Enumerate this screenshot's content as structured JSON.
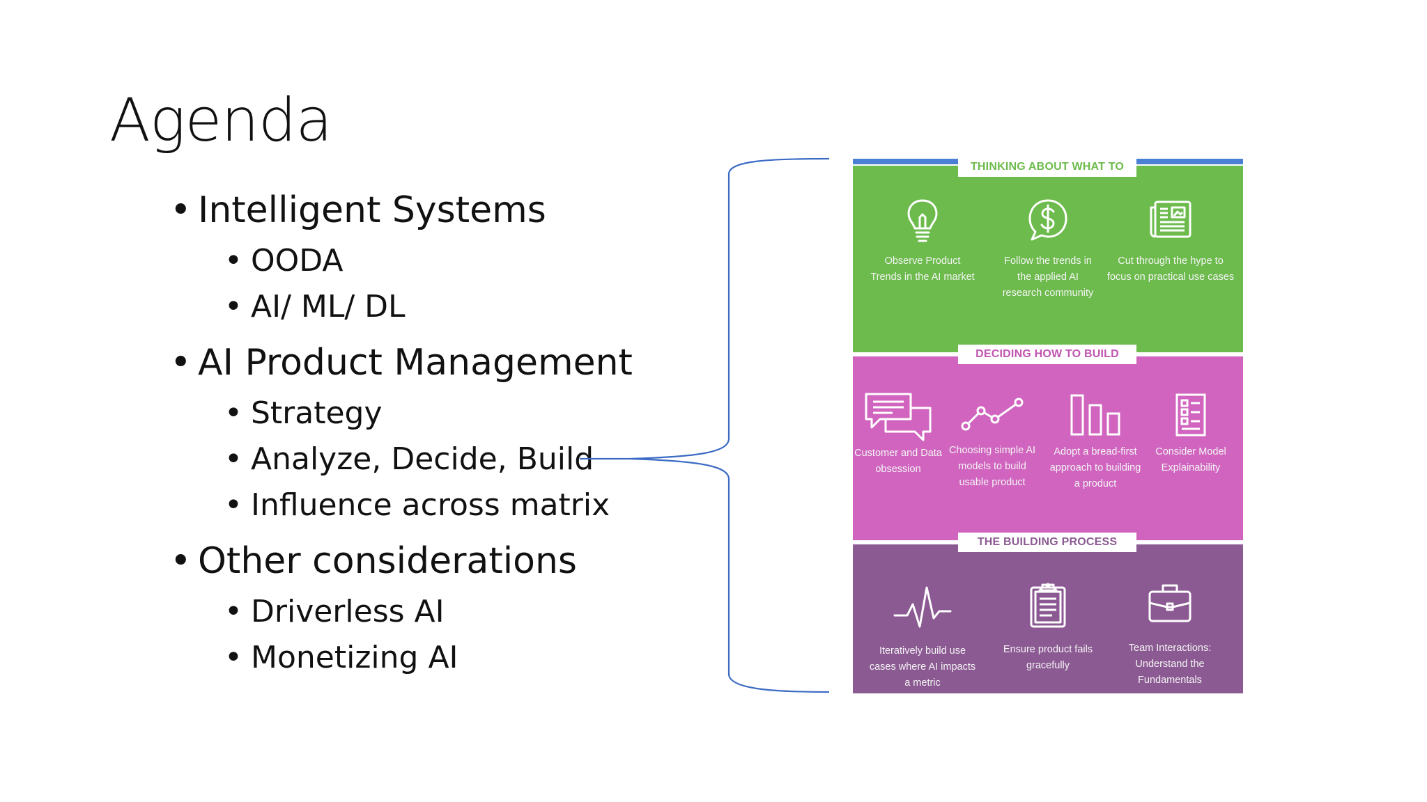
{
  "slide": {
    "title": "Agenda",
    "bullets": [
      {
        "label": "Intelligent Systems",
        "sub": [
          "OODA",
          "AI/ ML/ DL"
        ]
      },
      {
        "label": "AI Product Management",
        "sub": [
          "Strategy",
          "Analyze, Decide, Build",
          "Influence across matrix"
        ]
      },
      {
        "label": "Other considerations",
        "sub": [
          "Driverless AI",
          "Monetizing AI"
        ]
      }
    ],
    "bullet_glyph": "•"
  },
  "infographic": {
    "colors": {
      "green": "#6cbb4c",
      "pink": "#d064bf",
      "purple": "#8c5a93",
      "accent_line": "#4a7fd4",
      "bracket": "#3b6bc4"
    },
    "sections": [
      {
        "heading": "THINKING ABOUT WHAT TO BUILD",
        "items": [
          {
            "icon": "lightbulb-icon",
            "lines": [
              "Observe Product",
              "Trends in the AI market"
            ]
          },
          {
            "icon": "dollar-bubble-icon",
            "lines": [
              "Follow the trends in",
              "the applied AI",
              "research community"
            ]
          },
          {
            "icon": "newspaper-icon",
            "lines": [
              "Cut through the hype to",
              "focus on practical use cases"
            ]
          }
        ]
      },
      {
        "heading": "DECIDING HOW TO BUILD",
        "items": [
          {
            "icon": "chat-bubbles-icon",
            "lines": [
              "Customer and Data",
              "obsession"
            ]
          },
          {
            "icon": "line-graph-icon",
            "lines": [
              "Choosing simple AI",
              "models to build",
              "usable product"
            ]
          },
          {
            "icon": "bar-chart-icon",
            "lines": [
              "Adopt a bread-first",
              "approach to building",
              "a product"
            ]
          },
          {
            "icon": "checklist-icon",
            "lines": [
              "Consider Model",
              "Explainability"
            ]
          }
        ]
      },
      {
        "heading": "THE BUILDING PROCESS",
        "items": [
          {
            "icon": "heartbeat-icon",
            "lines": [
              "Iteratively build use",
              "cases where AI impacts",
              "a metric"
            ]
          },
          {
            "icon": "clipboard-icon",
            "lines": [
              "Ensure product fails",
              "gracefully"
            ]
          },
          {
            "icon": "briefcase-icon",
            "lines": [
              "Team Interactions:",
              "Understand the",
              "Fundamentals"
            ]
          }
        ]
      }
    ]
  }
}
